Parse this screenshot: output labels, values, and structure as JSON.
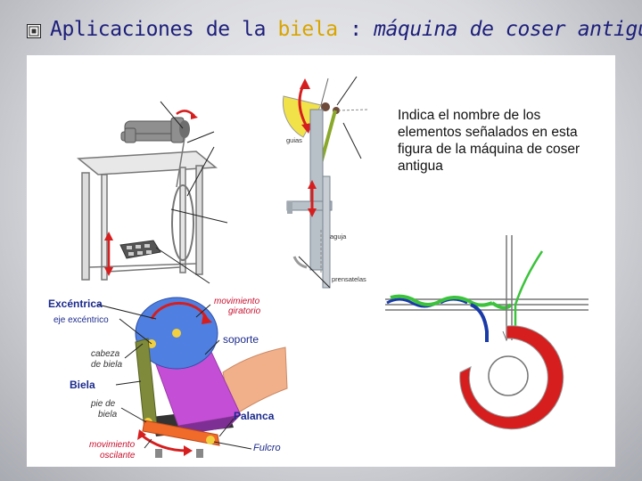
{
  "title": {
    "prefix": "Aplicaciones de la ",
    "highlight": "biela",
    "middle": " : ",
    "suffix": "máquina de coser antigua"
  },
  "instruction": "Indica el nombre de los elementos señalados en esta figura de la máquina de coser antigua",
  "needle_labels": {
    "guias": "guias",
    "aguja": "aguja",
    "prensatelas": "prensatelas"
  },
  "mechanism_labels": {
    "excentrica": "Excéntrica",
    "eje_excentrico": "eje excéntrico",
    "movimiento_giratorio_1": "movimiento",
    "movimiento_giratorio_2": "giratorio",
    "soporte": "soporte",
    "cabeza_de_biela_1": "cabeza",
    "cabeza_de_biela_2": "de biela",
    "biela": "Biela",
    "pie_de_biela_1": "pie de",
    "pie_de_biela_2": "biela",
    "palanca": "Palanca",
    "movimiento_oscilante_1": "movimiento",
    "movimiento_oscilante_2": "oscilante",
    "fulcro": "Fulcro"
  },
  "colors": {
    "title": "#1d1f7a",
    "highlight": "#d9a400",
    "label_blue": "#1b2a8c",
    "label_red": "#c8102e",
    "wheel": "#4f7fe0",
    "rod": "#7f8a3a",
    "support": "#c44fd6",
    "lever": "#f06a2a",
    "thread_green": "#3cc33c",
    "thread_blue": "#1a3aa8",
    "hook_red": "#d61e1e"
  }
}
